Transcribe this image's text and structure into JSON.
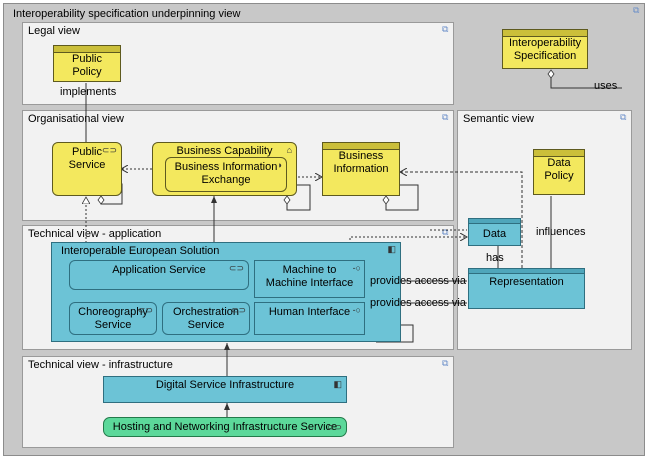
{
  "view": {
    "title": "Interoperability specification underpinning view",
    "groups": {
      "legal": "Legal view",
      "organisational": "Organisational view",
      "technical_application": "Technical view - application",
      "technical_infrastructure": "Technical view - infrastructure",
      "semantic": "Semantic view"
    }
  },
  "elements": {
    "interoperability_specification": "Interoperability Specification",
    "public_policy": "Public Policy",
    "public_service": "Public Service",
    "business_capability": "Business Capability",
    "business_information_exchange": "Business Information Exchange",
    "business_information": "Business Information",
    "data_policy": "Data Policy",
    "data": "Data",
    "representation": "Representation",
    "interoperable_european_solution": "Interoperable European Solution",
    "application_service": "Application Service",
    "machine_to_machine_interface": "Machine to Machine Interface",
    "choreography_service": "Choreography Service",
    "orchestration_service": "Orchestration Service",
    "human_interface": "Human Interface",
    "digital_service_infrastructure": "Digital Service Infrastructure",
    "hosting_and_networking_infrastructure_service": "Hosting and Networking Infrastructure Service"
  },
  "relations": {
    "uses": "uses",
    "implements": "implements",
    "influences": "influences",
    "has": "has",
    "provides_access_via_1": "provides access via",
    "provides_access_via_2": "provides access via"
  },
  "colors": {
    "business": "#f3e85e",
    "application": "#6cc3d6",
    "technology": "#5cd89a",
    "group": "#f2f2f2",
    "canvas": "#c8c8c8"
  }
}
